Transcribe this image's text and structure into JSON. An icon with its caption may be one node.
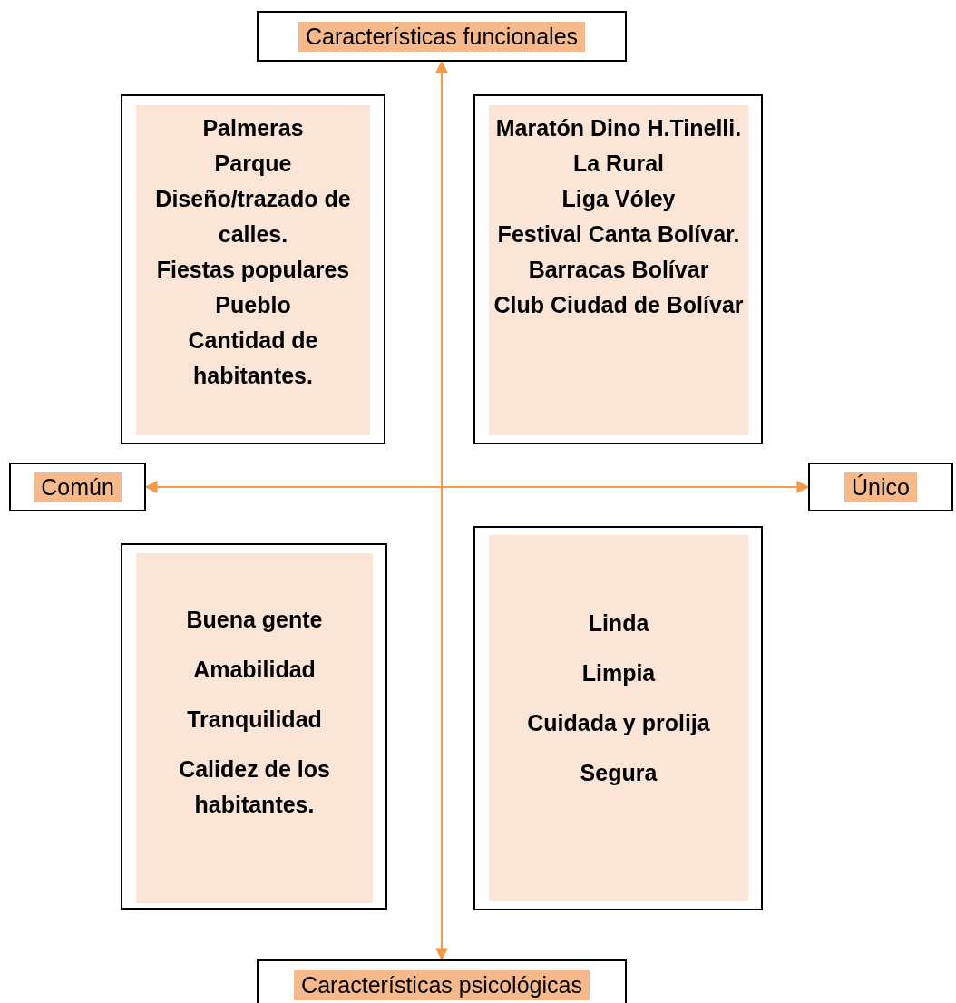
{
  "diagram": {
    "nodes": [
      {
        "text": [
          "Características funcionales"
        ]
      },
      {
        "text": [
          "Palmeras",
          "Parque",
          "Diseño/trazado de calles.",
          "Fiestas populares",
          "Pueblo",
          "Cantidad de habitantes."
        ]
      },
      {
        "text": [
          "Maratón Dino H.Tinelli.",
          "La Rural",
          "Liga Vóley",
          "Festival Canta Bolívar.",
          "Barracas Bolívar",
          "Club Ciudad de Bolívar"
        ]
      },
      {
        "text": [
          "Común"
        ]
      },
      {
        "text": [
          "Único"
        ]
      },
      {
        "text": [
          "Buena gente",
          "Amabilidad",
          "Tranquilidad",
          "Calidez de los habitantes."
        ]
      },
      {
        "text": [
          "Linda",
          "Limpia",
          "Cuidada y prolija",
          "Segura"
        ]
      },
      {
        "text": [
          "Características psicológicas"
        ]
      }
    ],
    "edges": [
      {
        "from": 3,
        "to": 4,
        "arrow": "both"
      },
      {
        "from": 0,
        "to": 7,
        "arrow": "both"
      }
    ]
  }
}
